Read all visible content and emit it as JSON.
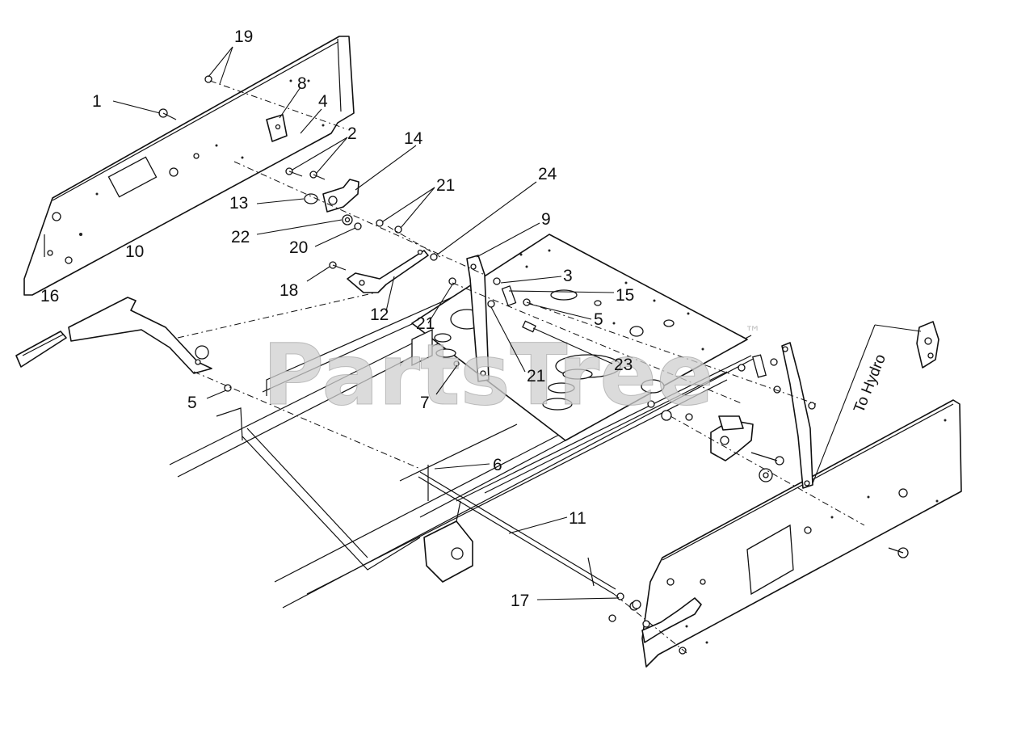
{
  "watermark": {
    "text": "PartsTree",
    "trademark": "™"
  },
  "annotation": {
    "to_hydro": "To Hydro"
  },
  "callouts": {
    "c1": "1",
    "c2": "2",
    "c3": "3",
    "c4": "4",
    "c5a": "5",
    "c5b": "5",
    "c6": "6",
    "c7": "7",
    "c8": "8",
    "c9": "9",
    "c10": "10",
    "c11": "11",
    "c12": "12",
    "c13": "13",
    "c14": "14",
    "c15": "15",
    "c16": "16",
    "c17": "17",
    "c18": "18",
    "c19": "19",
    "c20": "20",
    "c21a": "21",
    "c21b": "21",
    "c21c": "21",
    "c22": "22",
    "c23": "23",
    "c24": "24"
  }
}
